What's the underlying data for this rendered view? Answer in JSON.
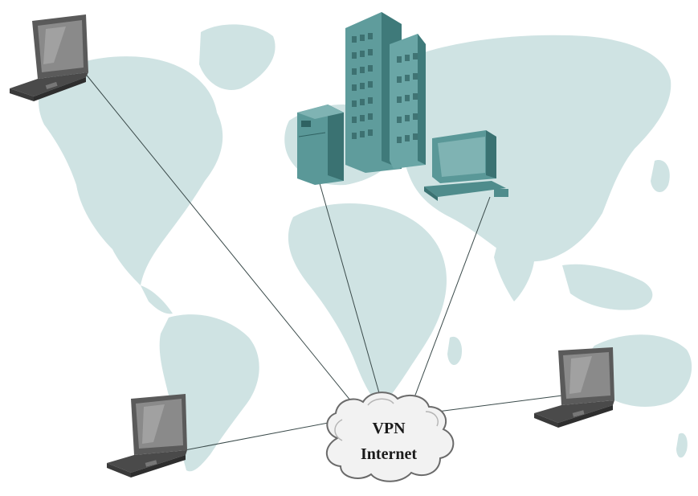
{
  "cloud": {
    "line1": "VPN",
    "line2": "Internet"
  },
  "nodes": [
    {
      "name": "laptop-top-left",
      "icon": "laptop-icon"
    },
    {
      "name": "office-building",
      "icon": "building-icon"
    },
    {
      "name": "office-server",
      "icon": "server-icon"
    },
    {
      "name": "office-workstation",
      "icon": "desktop-computer-icon"
    },
    {
      "name": "laptop-bottom-left",
      "icon": "laptop-icon"
    },
    {
      "name": "laptop-right",
      "icon": "laptop-icon"
    }
  ],
  "colors": {
    "map": "#cfe3e3",
    "device_teal": "#4f8c8c",
    "device_teal_dark": "#2f6a6a",
    "laptop_body": "#5a5a5a",
    "laptop_screen": "#8a8a8a",
    "link_line": "#3a4a4a",
    "cloud_fill": "#f2f2f2",
    "cloud_stroke": "#6a6a6a"
  }
}
